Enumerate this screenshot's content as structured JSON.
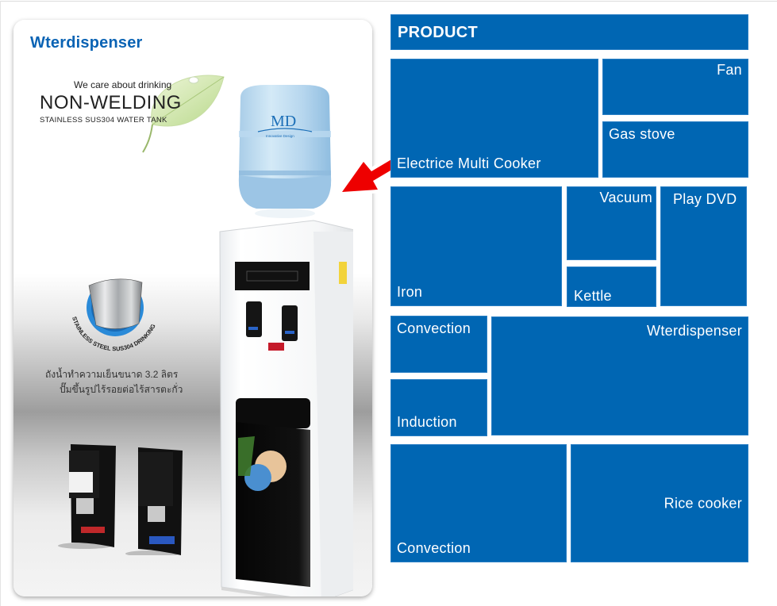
{
  "card": {
    "title": "Wterdispenser",
    "tagline_small": "We care about drinking",
    "tagline_big": "NON-WELDING",
    "tagline_sub": "STAINLESS SUS304 WATER TANK",
    "bottle_brand": "MD",
    "bottle_brand_sub": "Innovative Design",
    "steel_badge_text": "STAINLESS STEEL SUS304 DRINKING",
    "thai_line_1": "ถังน้ำทำความเย็นขนาด 3.2 ลิตร",
    "thai_line_2": "ปั๊มขึ้นรูปไร้รอยต่อไร้สารตะกั่ว"
  },
  "product_menu": {
    "header": "PRODUCT",
    "tiles": [
      {
        "label": "Electrice Multi Cooker"
      },
      {
        "label": "Fan"
      },
      {
        "label": "Gas stove"
      },
      {
        "label": "Iron"
      },
      {
        "label": "Vacuum"
      },
      {
        "label": "Kettle"
      },
      {
        "label": "Play DVD"
      },
      {
        "label": "Convection"
      },
      {
        "label": "Induction"
      },
      {
        "label": "Wterdispenser"
      },
      {
        "label": "Convection"
      },
      {
        "label": "Rice cooker"
      }
    ]
  },
  "colors": {
    "tile_blue": "#0066b3",
    "title_blue": "#0a63b4",
    "arrow_red": "#ee0000"
  }
}
